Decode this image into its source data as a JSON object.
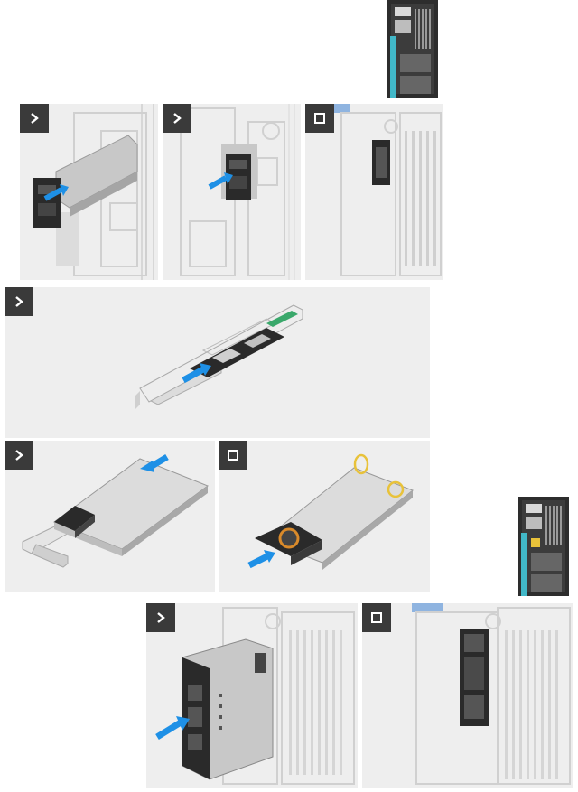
{
  "colors": {
    "arrow": "#1e90e6",
    "step_icon_bg": "#3a3a3a",
    "chassis_dark": "#2d2d2d",
    "slot_teal": "#41b8c8",
    "callout": "#e8c23a",
    "panel_bg": "#eeeeee"
  },
  "steps": [
    {
      "id": "p1",
      "icon": "chevron-right-icon"
    },
    {
      "id": "p2",
      "icon": "chevron-right-icon"
    },
    {
      "id": "p3",
      "icon": "stop-square-icon"
    },
    {
      "id": "p4",
      "icon": "chevron-right-icon"
    },
    {
      "id": "p5",
      "icon": "chevron-right-icon"
    },
    {
      "id": "p6",
      "icon": "stop-square-icon"
    },
    {
      "id": "p7",
      "icon": "chevron-right-icon"
    },
    {
      "id": "p8",
      "icon": "stop-square-icon"
    }
  ]
}
